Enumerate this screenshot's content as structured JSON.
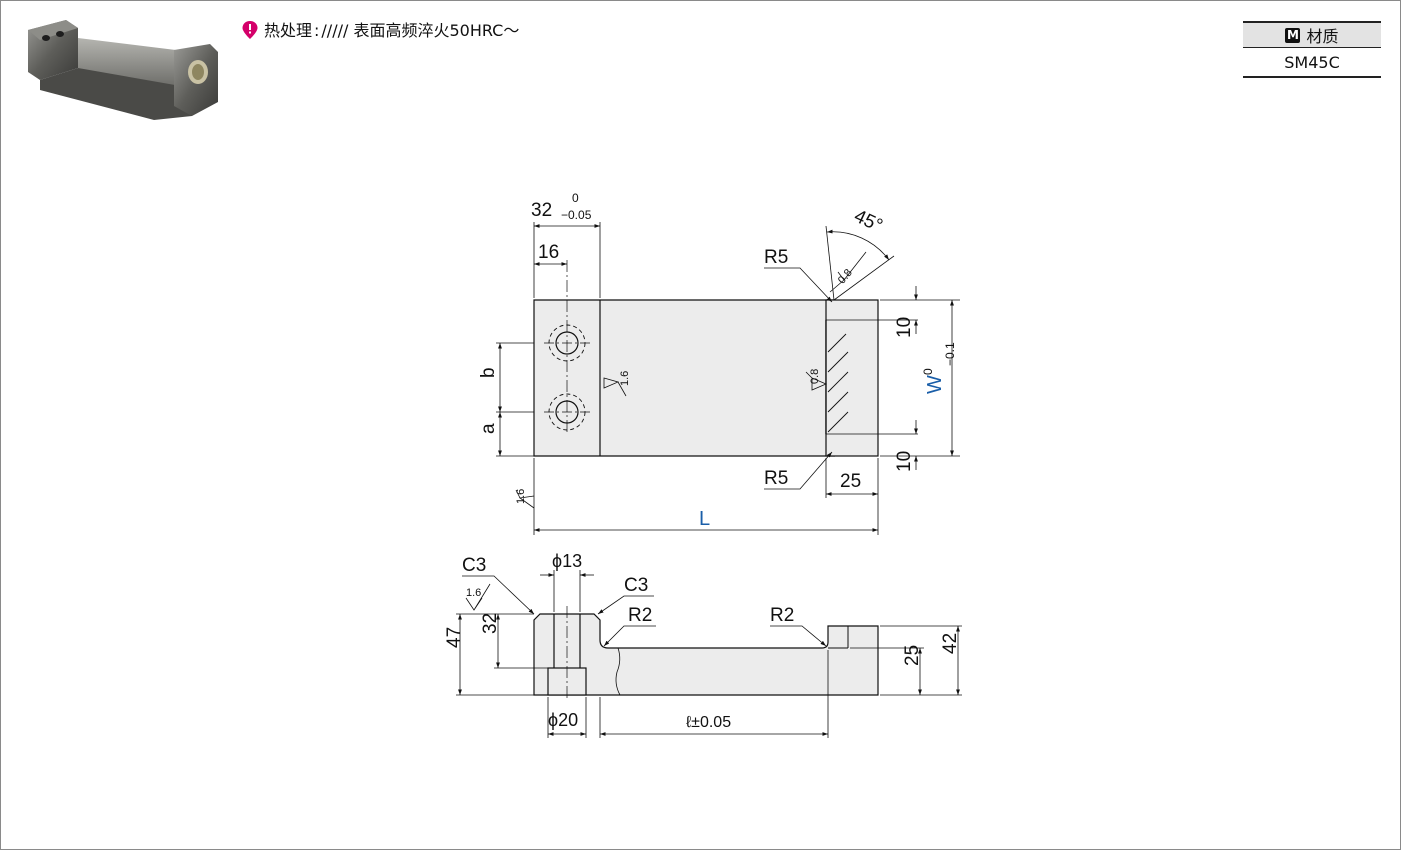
{
  "heat_treatment": {
    "label": "热处理",
    "colon": ":",
    "hatch": "/////",
    "value": "表面高频淬火50HRC～"
  },
  "material": {
    "badge": "M",
    "header": "材质",
    "value": "SM45C"
  },
  "colors": {
    "blue_dim": "#1a5ea8",
    "part_fill": "#ececec",
    "pin_magenta": "#d4006a"
  },
  "top_view": {
    "dim_32": "32",
    "tol_32_upper": "0",
    "tol_32_lower": "−0.05",
    "dim_16": "16",
    "angle_45": "45°",
    "r5_top": "R5",
    "r5_bottom": "R5",
    "rough_08_a": "0.8",
    "rough_08_b": "0.8",
    "rough_16_face": "1.6",
    "rough_16_corner": "1.6",
    "dim_b": "b",
    "dim_a": "a",
    "dim_10_top": "10",
    "dim_10_bottom": "10",
    "dim_w": "W",
    "tol_w_upper": "0",
    "tol_w_lower": "−0.1",
    "dim_25": "25",
    "dim_L": "L"
  },
  "side_view": {
    "c3_left": "C3",
    "c3_right": "C3",
    "phi13": "ϕ13",
    "rough_16": "1.6",
    "r2_left": "R2",
    "r2_right": "R2",
    "dim_47": "47",
    "dim_32": "32",
    "dim_42": "42",
    "dim_25": "25",
    "phi20": "ϕ20",
    "dim_l": "ℓ±0.05"
  }
}
